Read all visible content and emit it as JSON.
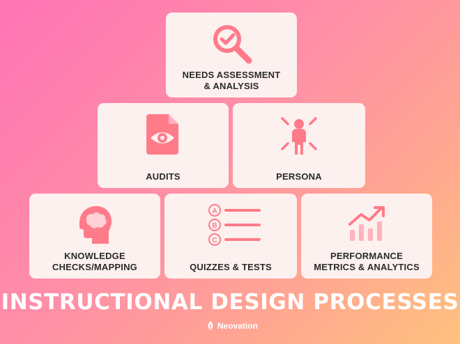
{
  "title": "INSTRUCTIONAL DESIGN PROCESSES",
  "brand": "Neovation",
  "colors": {
    "accent": "#ff7b89",
    "card": "#fdf1ef",
    "text": "#2a2a2a"
  },
  "cards": {
    "needs": {
      "label": "NEEDS ASSESSMENT\n& ANALYSIS",
      "icon": "magnifier-check-icon"
    },
    "audits": {
      "label": "AUDITS",
      "icon": "document-eye-icon"
    },
    "persona": {
      "label": "PERSONA",
      "icon": "person-rays-icon"
    },
    "knowledge": {
      "label": "KNOWLEDGE\nCHECKS/MAPPING",
      "icon": "brain-head-icon"
    },
    "quizzes": {
      "label": "QUIZZES & TESTS",
      "icon": "abc-list-icon",
      "options": [
        "A",
        "B",
        "C"
      ]
    },
    "performance": {
      "label": "PERFORMANCE\nMETRICS & ANALYTICS",
      "icon": "bar-chart-trend-icon"
    }
  }
}
